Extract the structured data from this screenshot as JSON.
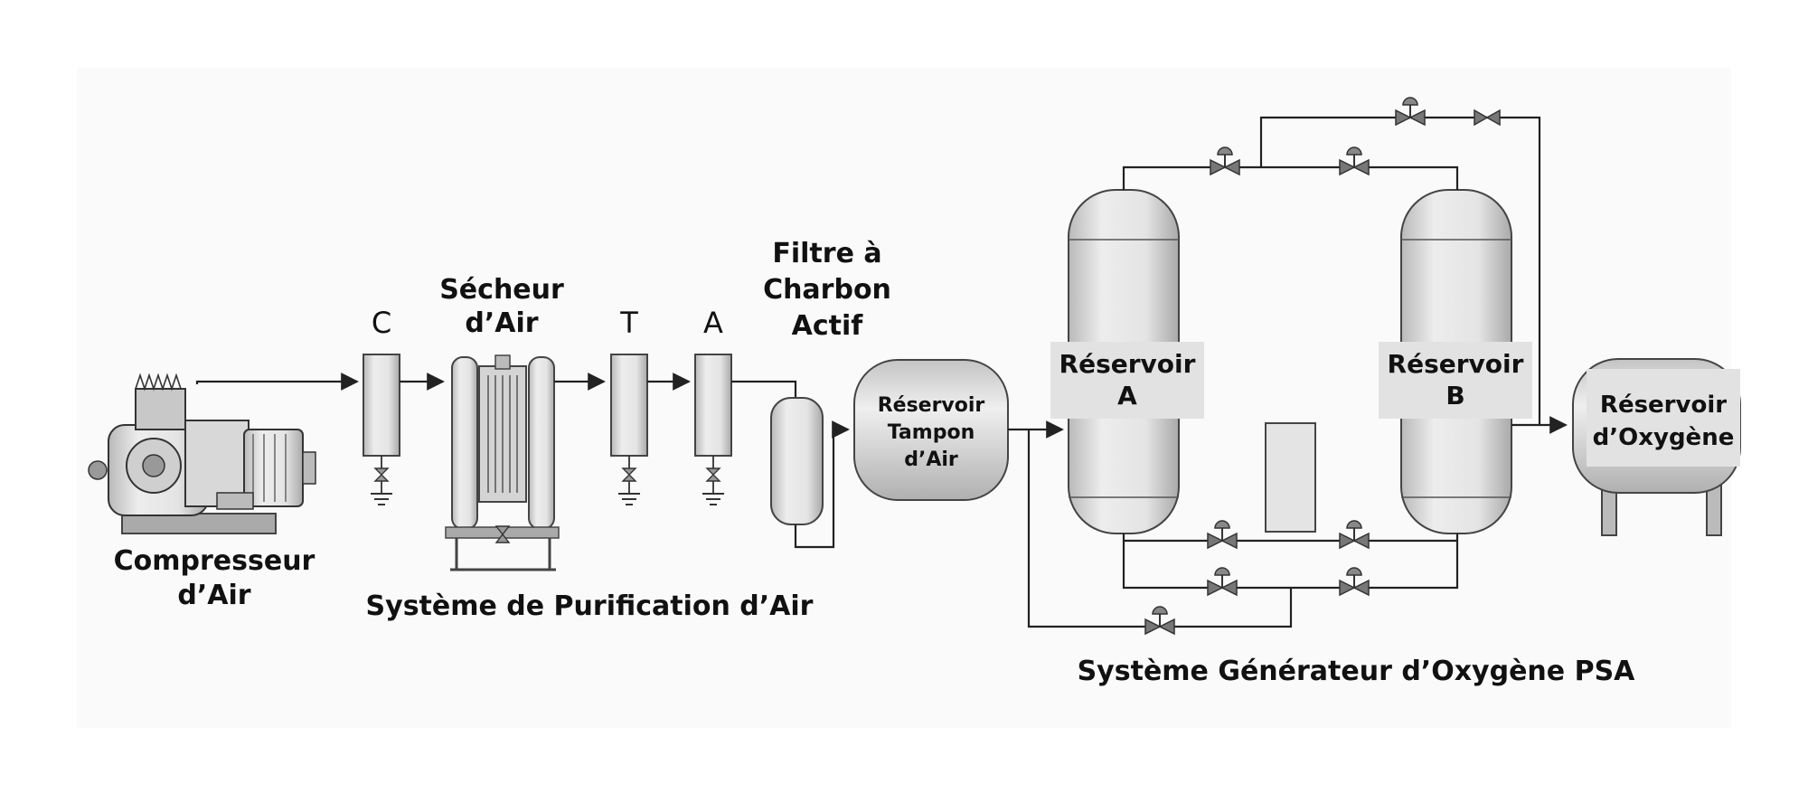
{
  "labels": {
    "compressor_line1": "Compresseur",
    "compressor_line2": "d’Air",
    "filter_c": "C",
    "dryer_line1": "Sécheur",
    "dryer_line2": "d’Air",
    "filter_t": "T",
    "filter_a": "A",
    "carbon_line1": "Filtre à",
    "carbon_line2": "Charbon",
    "carbon_line3": "Actif",
    "buffer_line1": "Réservoir",
    "buffer_line2": "Tampon",
    "buffer_line3": "d’Air",
    "tank_a_line1": "Réservoir",
    "tank_a_line2": "A",
    "tank_b_line1": "Réservoir",
    "tank_b_line2": "B",
    "oxygen_line1": "Réservoir",
    "oxygen_line2": "d’Oxygène",
    "purification_system": "Système de Purification d’Air",
    "psa_system": "Système Générateur d’Oxygène PSA"
  },
  "colors": {
    "line": "#222222",
    "vessel_fill": "#dcdcdc",
    "label_band": "#e2e2e2",
    "text": "#111111"
  },
  "icons": [
    "motor-icon",
    "valve-icon",
    "drain-icon",
    "arrow-icon"
  ]
}
